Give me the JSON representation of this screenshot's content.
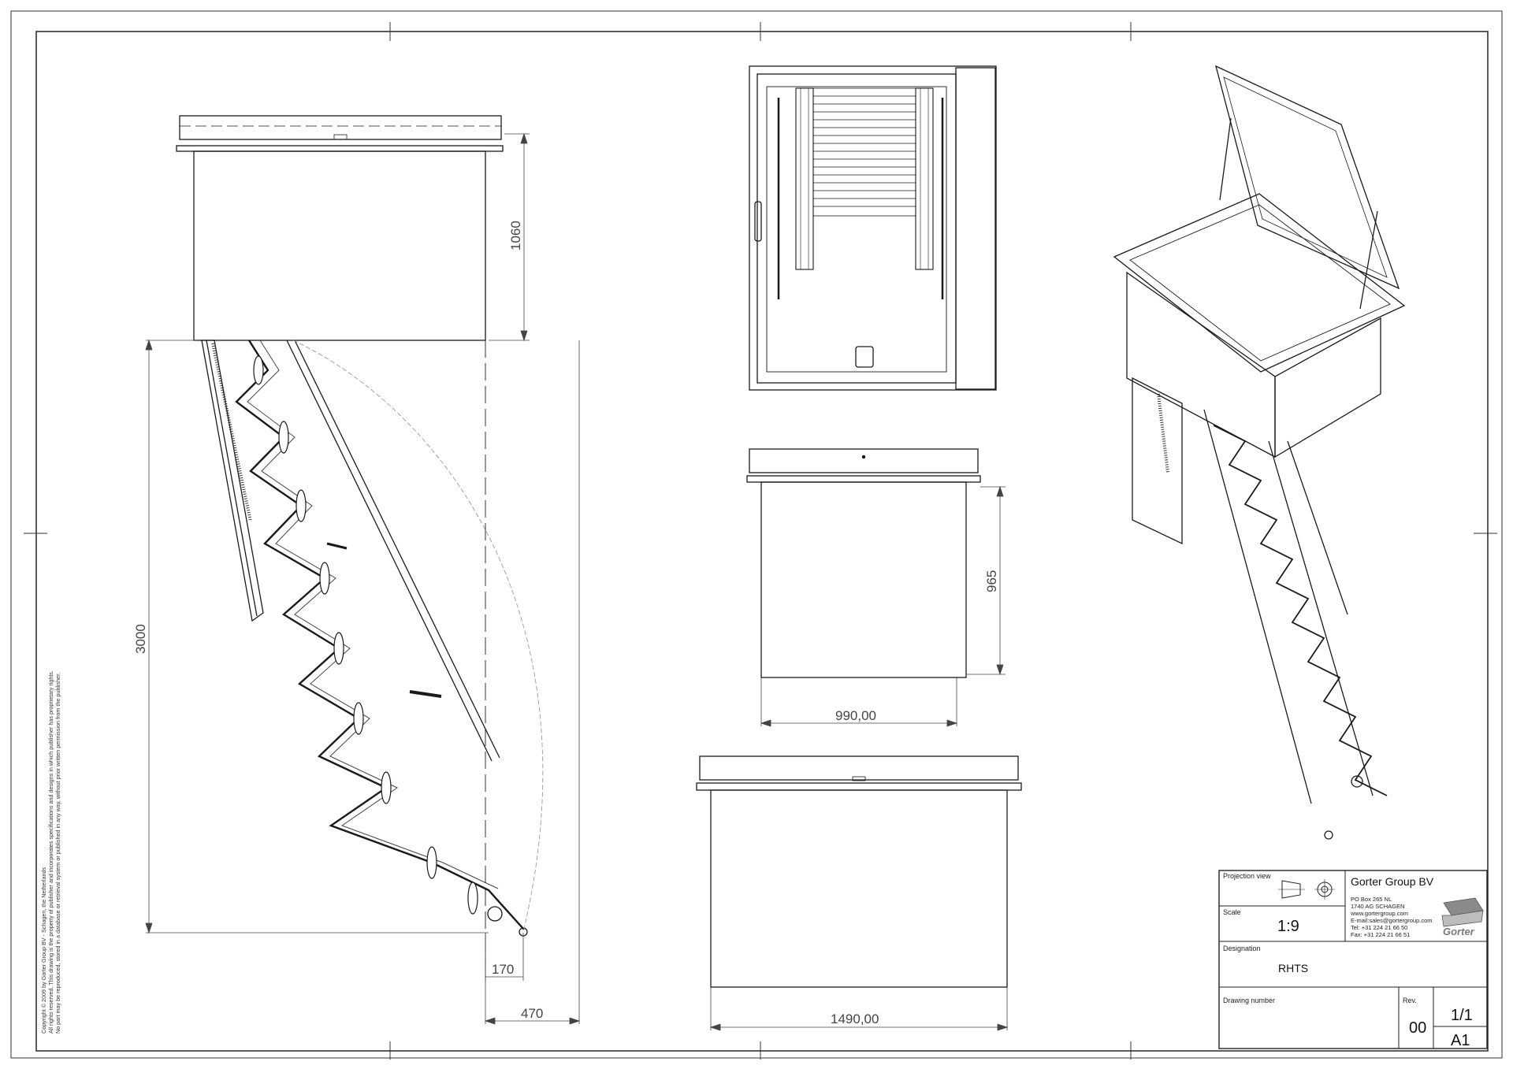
{
  "dimensions": {
    "side_box_height": "1060",
    "side_total_height": "3000",
    "side_foot_offset": "170",
    "side_depth": "470",
    "front_box_height": "965",
    "front_width": "990,00",
    "long_width": "1490,00"
  },
  "title_block": {
    "projection_label": "Projection view",
    "company": "Gorter Group BV",
    "address_lines": [
      "PO Box 265 NL",
      "1740 AG SCHAGEN",
      "www.gortergroup.com",
      "E-mail:sales@gortergroup.com",
      "Tel: +31 224 21 66 50",
      "Fax: +31 224 21 66 51"
    ],
    "scale_label": "Scale",
    "scale_value": "1:9",
    "designation_label": "Designation",
    "designation_value": "RHTS",
    "drawing_number_label": "Drawing number",
    "rev_label": "Rev.",
    "rev_value": "00",
    "sheet_value": "1/1",
    "format_value": "A1",
    "logo_text": "Gorter"
  },
  "copyright_lines": [
    "Copyright © 2009 by Gorter Group BV - Schagen, the Netherlands",
    "All rights reserved. This drawing is the property of publisher and incorporates specifications and designs in which publisher has proprietary rights.",
    "No part may be reproduced, stored in a database or retrieval system or published in any way, without prior written permission from the publisher."
  ],
  "colors": {
    "line": "#1a1a1a",
    "thin": "#555555",
    "logo": "#7a7a7a"
  }
}
